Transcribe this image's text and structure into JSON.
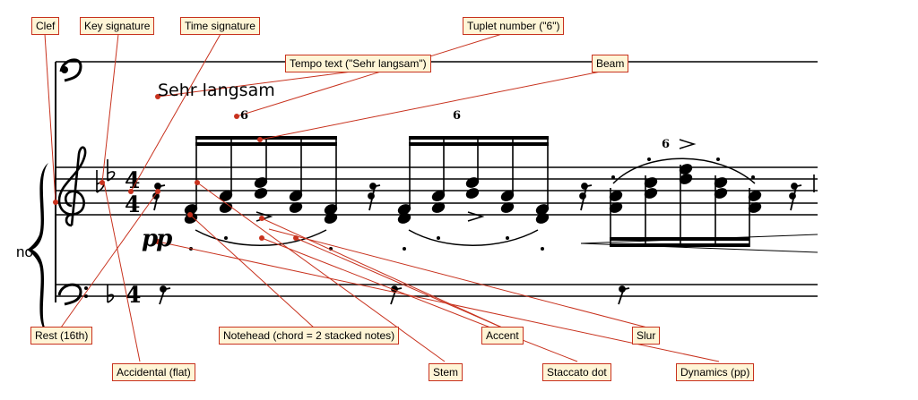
{
  "score": {
    "tempo_text": "Sehr langsam",
    "tuplet_numbers": [
      "6",
      "6",
      "6"
    ],
    "instrument_abbrev": "no",
    "time_signature": {
      "numerator": "4",
      "denominator": "4"
    },
    "dynamic_text": "pp"
  },
  "labels": {
    "clef": "Clef",
    "key_signature": "Key signature",
    "time_signature": "Time signature",
    "tuplet_number": "Tuplet number (\"6\")",
    "tempo_text": "Tempo text (\"Sehr langsam\")",
    "beam": "Beam",
    "rest": "Rest (16th)",
    "notehead": "Notehead (chord = 2 stacked notes)",
    "accent": "Accent",
    "slur": "Slur",
    "accidental": "Accidental (flat)",
    "stem": "Stem",
    "staccato": "Staccato dot",
    "dynamics": "Dynamics (pp)"
  },
  "colors": {
    "annotation": "#c8321e",
    "label_fill": "#fff5d6",
    "ink": "#000000"
  }
}
